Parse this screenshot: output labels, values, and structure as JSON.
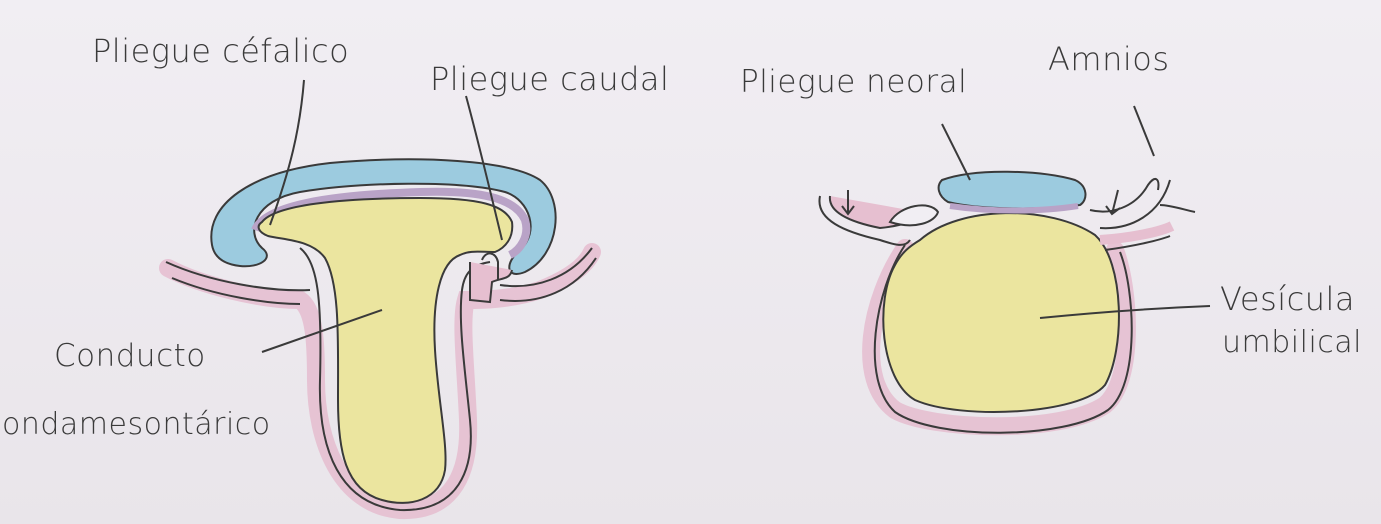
{
  "labels": {
    "pliegue_cefalico": "Pliegue céfalico",
    "pliegue_caudal": "Pliegue caudal",
    "pliegue_neural": "Pliegue neoral",
    "amnios": "Amnios",
    "conducto_line1": "Conducto",
    "conducto_line2": "ondamesontárico",
    "vesicula_line1": "Vesícula",
    "vesicula_line2": "umbilical"
  },
  "colors": {
    "paper": "#ece8ed",
    "ink": "#3a3a3a",
    "amnion_blue": "#9ccbdf",
    "yolk_yellow": "#ebe59f",
    "ectoderm_pink": "#e6bfd0",
    "mesoderm_purple": "#b9a3c7"
  }
}
